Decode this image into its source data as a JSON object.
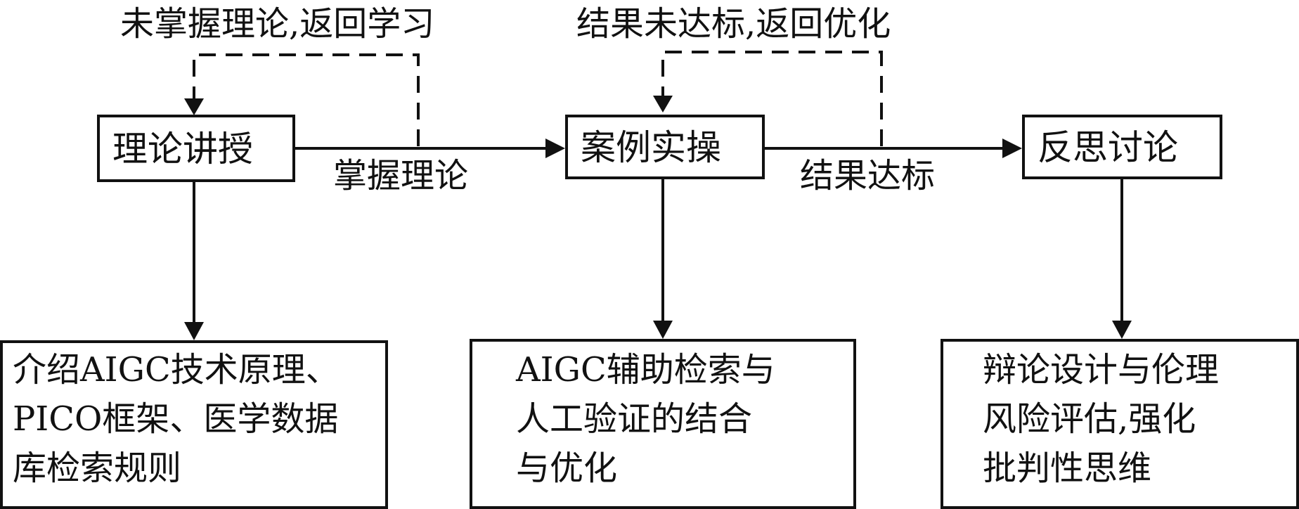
{
  "diagram": {
    "stages": [
      {
        "label": "理论讲授"
      },
      {
        "label": "案例实操"
      },
      {
        "label": "反思讨论"
      }
    ],
    "feedback_loops": [
      {
        "label": "未掌握理论,返回学习"
      },
      {
        "label": "结果未达标,返回优化"
      }
    ],
    "transitions": [
      {
        "label": "掌握理论"
      },
      {
        "label": "结果达标"
      }
    ],
    "outcomes": [
      {
        "lines": [
          "介绍AIGC技术原理、",
          "PICO框架、医学数据",
          "库检索规则"
        ]
      },
      {
        "lines": [
          "AIGC辅助检索与",
          "人工验证的结合",
          "与优化"
        ]
      },
      {
        "lines": [
          "辩论设计与伦理",
          "风险评估,强化",
          "批判性思维"
        ]
      }
    ]
  },
  "colors": {
    "line": "#111111",
    "background": "#ffffff"
  }
}
